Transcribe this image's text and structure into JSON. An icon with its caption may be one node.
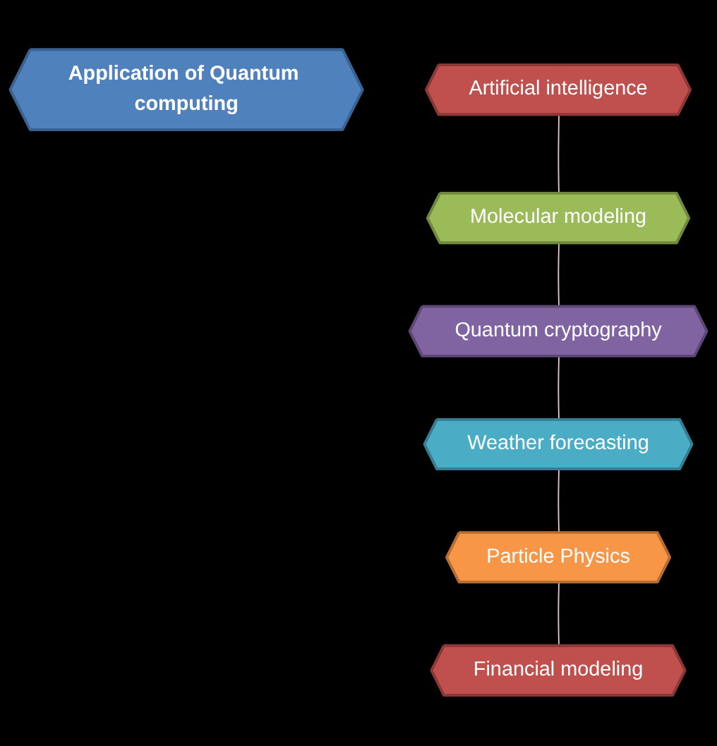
{
  "diagram": {
    "nodes": [
      {
        "text": [
          "Application of Quantum computing"
        ]
      },
      {
        "text": [
          "Artificial intelligence"
        ]
      },
      {
        "text": [
          "Molecular modeling"
        ]
      },
      {
        "text": [
          "Quantum cryptography"
        ]
      },
      {
        "text": [
          "Weather forecasting"
        ]
      },
      {
        "text": [
          "Particle Physics"
        ]
      },
      {
        "text": [
          "Financial modeling"
        ]
      }
    ],
    "edges": [
      {
        "from": 1,
        "to": 2,
        "arrow": "none"
      },
      {
        "from": 2,
        "to": 3,
        "arrow": "none"
      },
      {
        "from": 3,
        "to": 4,
        "arrow": "none"
      },
      {
        "from": 4,
        "to": 5,
        "arrow": "none"
      },
      {
        "from": 5,
        "to": 6,
        "arrow": "none"
      }
    ]
  }
}
